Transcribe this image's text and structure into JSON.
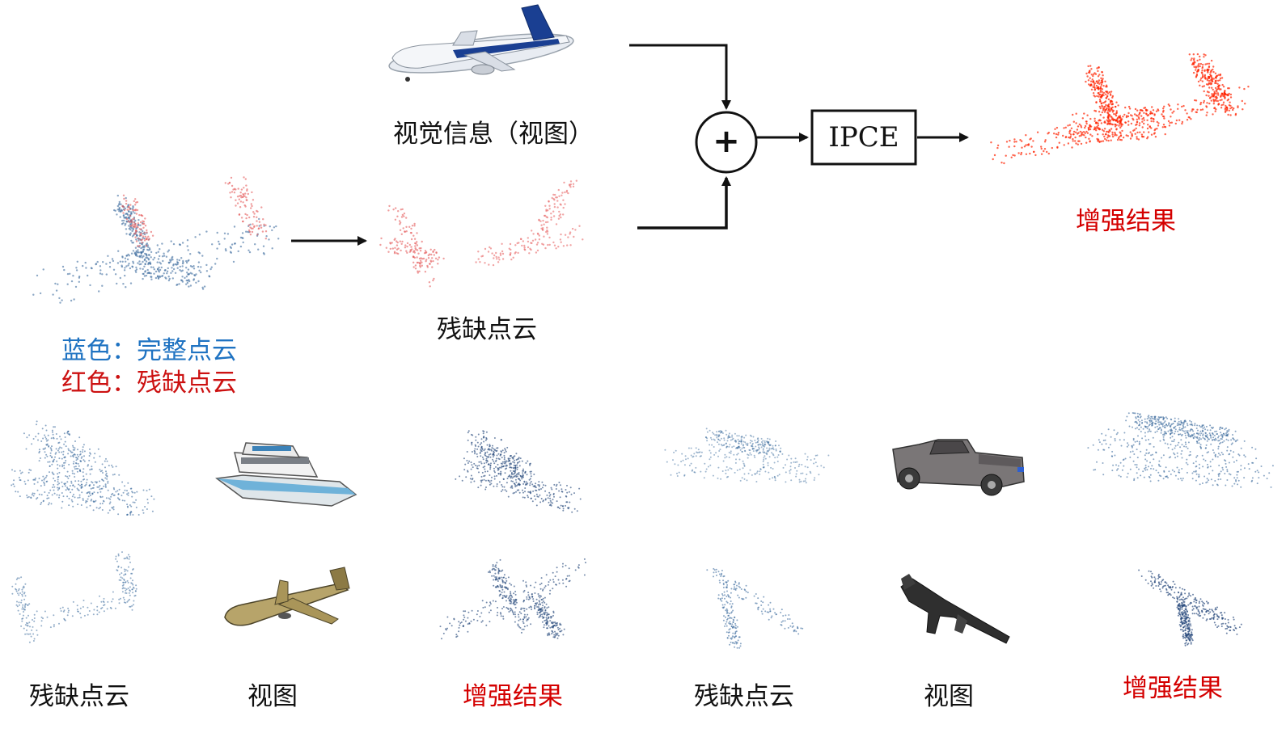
{
  "top": {
    "visual_info_label": "视觉信息（视图）",
    "partial_cloud_label": "残缺点云",
    "module_label": "IPCE",
    "result_label": "增强结果",
    "plus_symbol": "+",
    "legend": {
      "blue_prefix": "蓝色：",
      "blue_text": "完整点云",
      "red_prefix": "红色：",
      "red_text": "残缺点云"
    }
  },
  "bottom": {
    "labels": [
      "残缺点云",
      "视图",
      "增强结果",
      "残缺点云",
      "视图",
      "增强结果"
    ]
  },
  "colors": {
    "complete": "#2b5f95",
    "partial": "#e55a5a",
    "enhanced": "#ff2200",
    "enhanced_blue": "#1b3f75",
    "label_red": "#d40000",
    "legend_blue": "#1f73c2",
    "legend_red": "#cc1111"
  },
  "icons": [
    "airplane-render",
    "boat-render",
    "airliner-render",
    "pickup-truck-render",
    "rifle-render"
  ]
}
